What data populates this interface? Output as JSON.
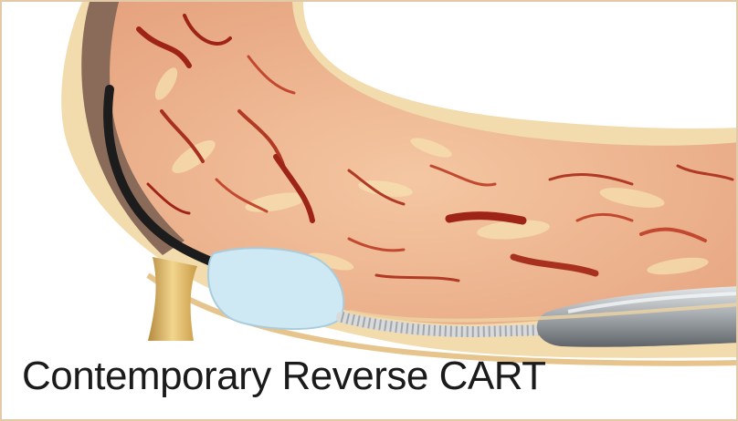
{
  "caption": "Contemporary Reverse CART",
  "colors": {
    "background": "#ffffff",
    "vessel_wall": "#f2dcae",
    "occlusion_tissue": "#eeb492",
    "vein_dark": "#9e2418",
    "vein_mid": "#c2492f",
    "guidewire": "#1c1c1c",
    "balloon": "#cfe9f4",
    "catheter_grey": "#9ea4a8"
  },
  "icons": [
    "balloon-shape",
    "guidewire-shape",
    "microcatheter-shape",
    "retrograde-catheter-shape"
  ]
}
